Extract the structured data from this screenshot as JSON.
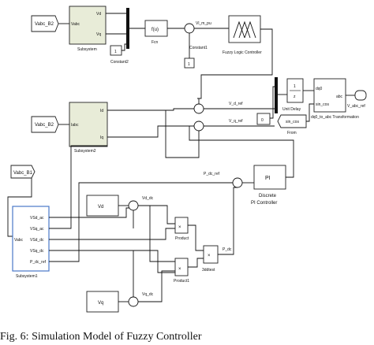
{
  "blocks": {
    "vabc_b2_top": "Vabc_B2",
    "vabc_b2_mid": "Vabc_B2",
    "vabc_b1": "Vabc_B1",
    "subsystem_top": {
      "in": "Vabc",
      "out1": "Vd",
      "out2": "Vq",
      "name": "Subsystem"
    },
    "subsystem2": {
      "in": "Iabc",
      "out1": "Id",
      "out2": "Iq",
      "name": "Subsystem2"
    },
    "subsystem1": {
      "in": "Vabc",
      "out1": "VSd_ac",
      "out2": "VSq_ac",
      "out3": "VSd_dc",
      "out4": "VSq_dc",
      "out5": "P_dc_ref",
      "name": "Subsystem1"
    },
    "fcn": {
      "label": "f(u)",
      "name": "Fcn"
    },
    "constant2": {
      "value": "1",
      "name": "Constant2"
    },
    "constant1": {
      "value": "1",
      "name": "Constant1"
    },
    "fuzzy": {
      "name": "Fuzzy Logic Controller"
    },
    "unit_delay": {
      "num": "1",
      "den": "z",
      "name": "Unit Delay"
    },
    "const0": {
      "value": "0"
    },
    "from": {
      "label": "sin_cos",
      "name": "From"
    },
    "dq0_abc": {
      "in1": "dq0",
      "in2": "sin_cos",
      "out": "abc",
      "name": "dq0_to_abc Transformation"
    },
    "out_port": {
      "label": "V_abc_ref"
    },
    "pi": {
      "label": "PI",
      "name1": "Discrete",
      "name2": "PI Controller"
    },
    "vd_src": "Vd",
    "vq_src": "Vq",
    "product": {
      "sym": "×",
      "name": "Product"
    },
    "product1": {
      "sym": "×",
      "name": "Product1"
    },
    "add": {
      "name": "3ddtest"
    }
  },
  "signals": {
    "vlm_pu": "Vl_m_pu",
    "v_d_ref": "V_d_ref",
    "v_q_ref": "V_q_ref",
    "p_dc_ref": "P_dc_ref",
    "vd_dc": "Vd_dc",
    "vq_dc": "Vq_dc",
    "p_dc": "P_dc"
  },
  "caption": "Fig. 6: Simulation Model of Fuzzy Controller"
}
